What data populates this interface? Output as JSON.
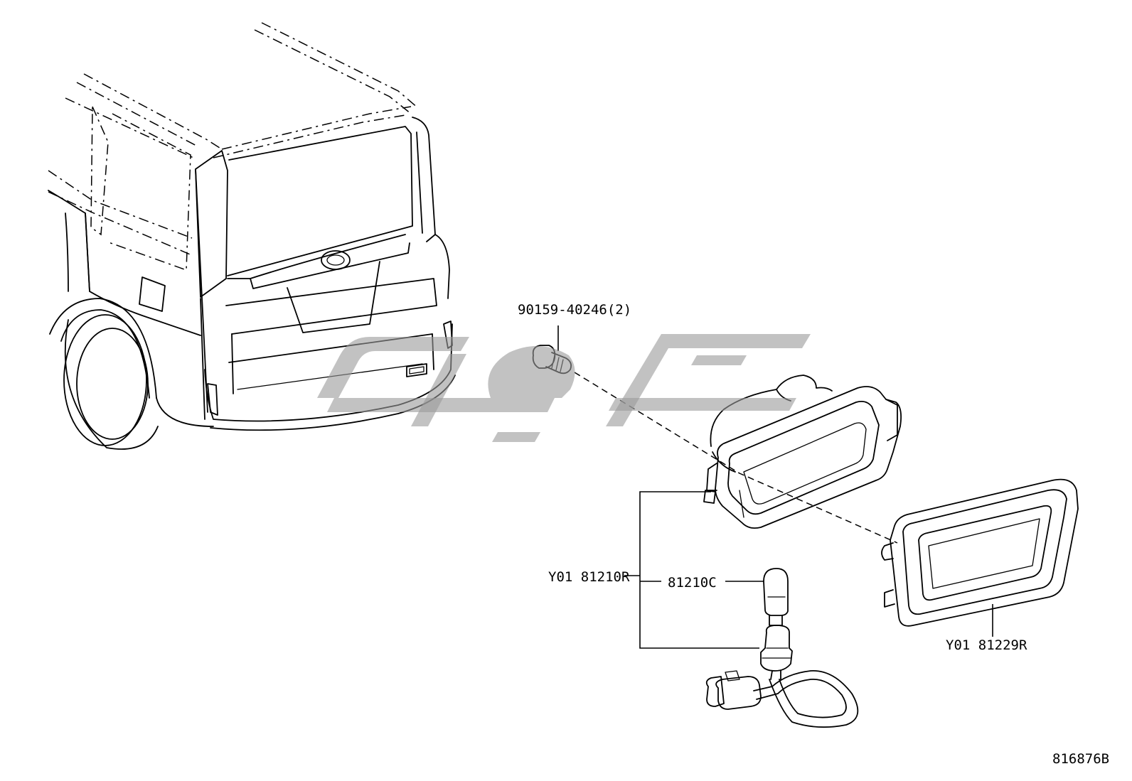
{
  "diagram": {
    "parts": [
      {
        "id": "screw",
        "label": "90159-40246(2)"
      },
      {
        "id": "lamp-assembly",
        "label": "Y01 81210R"
      },
      {
        "id": "bulb",
        "label": "81210C"
      },
      {
        "id": "bezel",
        "label": "Y01 81229R"
      }
    ],
    "drawing_number": "816876B"
  }
}
